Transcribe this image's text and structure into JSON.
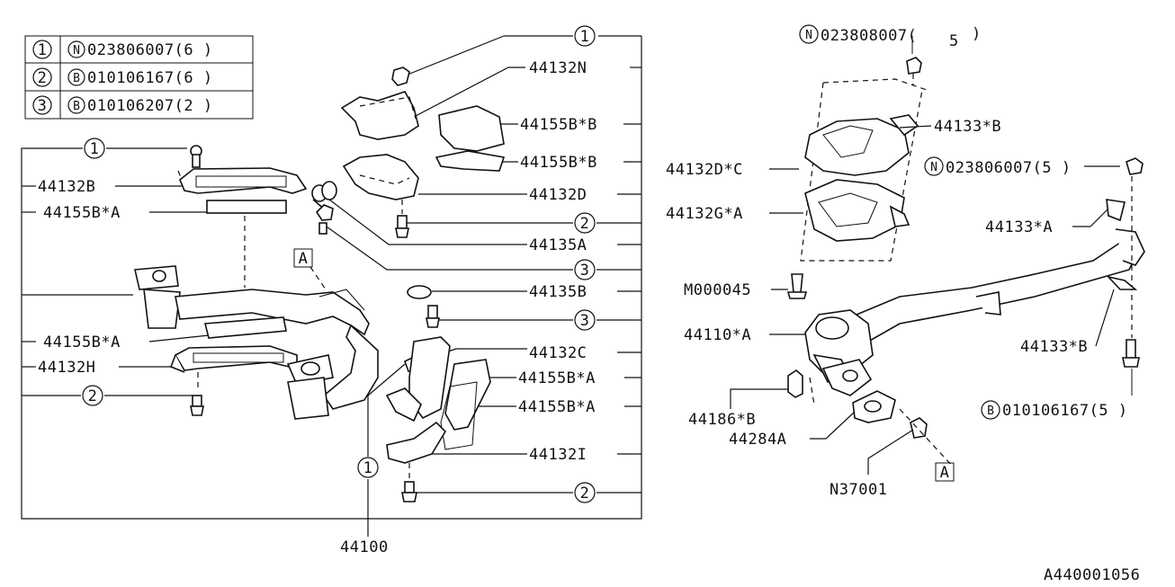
{
  "legend": {
    "rows": [
      {
        "num": "1",
        "prefix": "N",
        "code": "023806007(6 )"
      },
      {
        "num": "2",
        "prefix": "B",
        "code": "010106167(6 )"
      },
      {
        "num": "3",
        "prefix": "B",
        "code": "010106207(2 )"
      }
    ]
  },
  "left_labels": {
    "c1": "1",
    "p44132b": "44132B",
    "p44155ba_1": "44155B*A",
    "p44155ba_2": "44155B*A",
    "p44132h": "44132H",
    "c2": "2",
    "callout_a": "A"
  },
  "right_col_labels": {
    "c1_top": "1",
    "p44132n": "44132N",
    "p44155bb_1": "44155B*B",
    "p44155bb_2": "44155B*B",
    "p44132d": "44132D",
    "c2_a": "2",
    "p44135a": "44135A",
    "c3_a": "3",
    "p44135b": "44135B",
    "c3_b": "3",
    "p44132c": "44132C",
    "p44155ba_3": "44155B*A",
    "p44155ba_4": "44155B*A",
    "p44132i": "44132I",
    "c2_b": "2",
    "c1_bottom": "1",
    "p44100": "44100"
  },
  "right_group": {
    "n_top_prefix": "N",
    "n_top_code": "023808007(",
    "n_top_qty": "5",
    "n_top_close": ")",
    "p44133b_1": "44133*B",
    "p44132dc": "44132D*C",
    "n_mid_prefix": "N",
    "n_mid_code": "023806007(5 )",
    "p44132ga": "44132G*A",
    "p44133a": "44133*A",
    "m000045": "M000045",
    "p44110a": "44110*A",
    "p44133b_2": "44133*B",
    "b_prefix": "B",
    "b_code": "010106167(5 )",
    "p44186b": "44186*B",
    "p44284a": "44284A",
    "callout_a": "A",
    "n37001": "N37001"
  },
  "figure_id": "A440001056"
}
